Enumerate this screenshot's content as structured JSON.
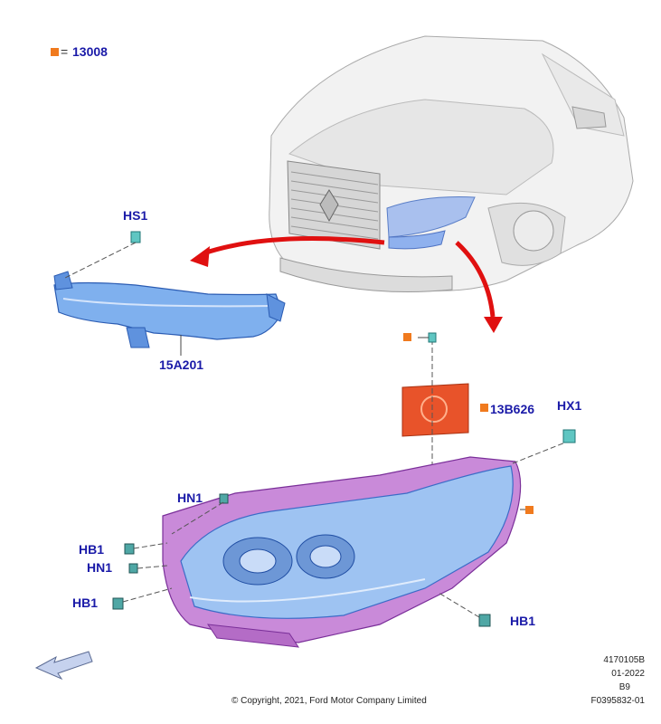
{
  "legend": {
    "swatch_color": "#f07a1e",
    "equals": "=",
    "part": "13008"
  },
  "labels": {
    "hs1": "HS1",
    "drl": "15A201",
    "module": "13B626",
    "hx1": "HX1",
    "hn1_top": "HN1",
    "hb1_left_top": "HB1",
    "hn1_mid": "HN1",
    "hb1_left_bottom": "HB1",
    "hb1_right": "HB1"
  },
  "footer": {
    "copyright": "© Copyright, 2021, Ford Motor Company Limited",
    "id_line1": "4170105B",
    "id_line2": "01-2022",
    "id_line3": "B9",
    "id_line4": "F0395832-01"
  },
  "colors": {
    "part_blue": "#6fa3e8",
    "part_purple": "#c77ad8",
    "module_orange": "#e8532a",
    "arrow_red": "#e01010",
    "label_blue": "#1a1aa8"
  }
}
